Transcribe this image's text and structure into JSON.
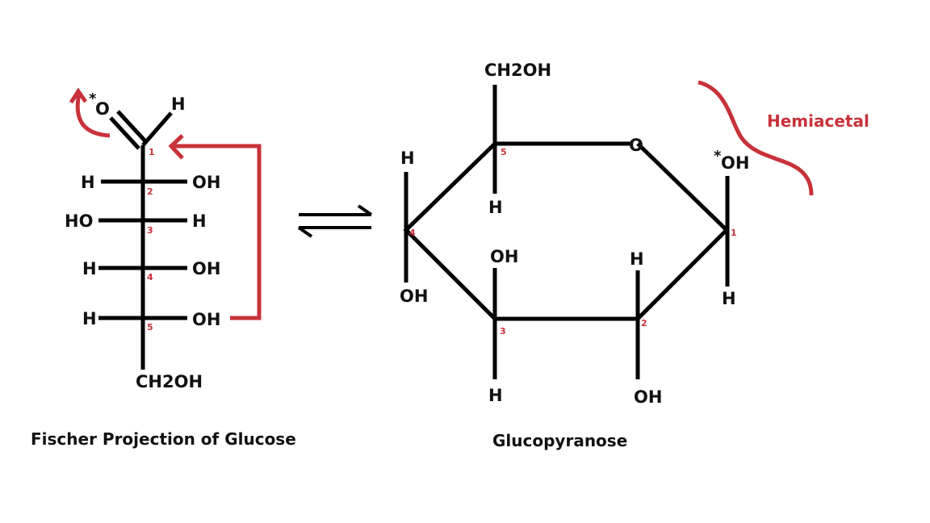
{
  "colors": {
    "accent": "#c8323a",
    "ink": "#000000"
  },
  "fischer": {
    "caption": "Fischer Projection of Glucose",
    "top_o": "O",
    "top_star": "*",
    "top_h": "H",
    "rows": [
      {
        "num": "1"
      },
      {
        "left": "H",
        "right": "OH",
        "num": "2"
      },
      {
        "left": "HO",
        "right": "H",
        "num": "3"
      },
      {
        "left": "H",
        "right": "OH",
        "num": "4"
      },
      {
        "left": "H",
        "right": "OH",
        "num": "5"
      }
    ],
    "bottom": "CH2OH"
  },
  "ring": {
    "caption": "Glucopyranose",
    "ring_o": "O",
    "c5": {
      "num": "5",
      "up": "CH2OH",
      "down": "H"
    },
    "c4": {
      "num": "4",
      "up": "H",
      "down": "OH"
    },
    "c3": {
      "num": "3",
      "up": "OH",
      "down": "H"
    },
    "c2": {
      "num": "2",
      "up": "H",
      "down": "OH"
    },
    "c1": {
      "num": "1",
      "up": "OH",
      "star": "*",
      "down": "H"
    },
    "annotation": "Hemiacetal"
  }
}
